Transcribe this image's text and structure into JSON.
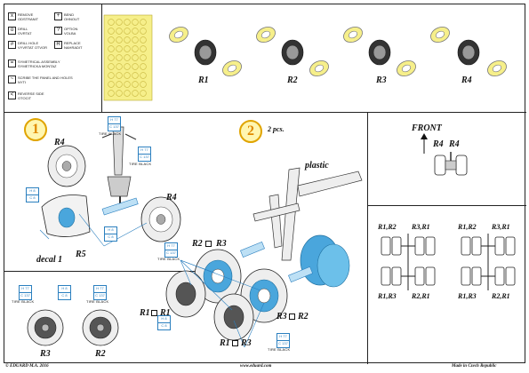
{
  "legend": {
    "items": [
      {
        "icon": "x",
        "line1": "REMOVE",
        "line2": "ODSTRANIT"
      },
      {
        "icon": "+",
        "line1": "BEND",
        "line2": "OHNOUT"
      },
      {
        "icon": "o",
        "line1": "DRILL",
        "line2": "OVRTAT"
      },
      {
        "icon": "?",
        "line1": "OPTION",
        "line2": "VOLBA"
      },
      {
        "icon": "#",
        "line1": "DRILL HOLE",
        "line2": "VYVRTAT OTVOR"
      },
      {
        "icon": "R",
        "line1": "REPLACE",
        "line2": "NAHRADIT"
      },
      {
        "icon": "=",
        "line1": "SYMETRICAL ASSEMBLY",
        "line2": "SYMETRICKA MONTAZ"
      },
      {
        "icon": "~",
        "line1": "SCRIBE THE PANEL AND HOLES",
        "line2": "NYTI"
      },
      {
        "icon": "<",
        "line1": "REVERSE SIDE",
        "line2": "OTOCIT"
      }
    ]
  },
  "wheels_top": [
    "R1",
    "R2",
    "R3",
    "R4"
  ],
  "steps": {
    "step1": {
      "number": "1"
    },
    "step2": {
      "number": "2",
      "note": "2 pcs."
    }
  },
  "labels": {
    "r4_left": "R4",
    "r4_mid": "R4",
    "r5": "R5",
    "decal": "decal 1",
    "plastic": "plastic",
    "r2r3": "R2",
    "r2r3b": "R3",
    "r1_left": "R1",
    "r1_left_b": "R1",
    "r1_bottom": "R1",
    "r1_bottom_b": "R3",
    "r3r2": "R3",
    "r3r2b": "R2",
    "bottom_left_r3": "R3",
    "bottom_left_r2": "R2",
    "front": "FRONT",
    "front_r4a": "R4",
    "front_r4b": "R4",
    "grid_tl_a": "R1,R2",
    "grid_tl_b": "R3,R1",
    "grid_tr_a": "R1,R2",
    "grid_tr_b": "R3,R1",
    "grid_bl_a": "R1,R3",
    "grid_bl_b": "R2,R1",
    "grid_br_a": "R1,R3",
    "grid_br_b": "R2,R1"
  },
  "callouts": {
    "tire_black": "TIRE BLACK",
    "c1_top": "H 77",
    "c1_bot": "C 137",
    "c2_top": "H 8",
    "c2_bot": "C 8",
    "c3_top": "H 8",
    "c3_bot": "C 8"
  },
  "footer": {
    "left": "© EDUARD M.A. 2016",
    "center": "www.eduard.com",
    "right": "Made in Czech Republic"
  },
  "colors": {
    "yellow": "#f6ef8a",
    "blue": "#4aa6dc",
    "accent_orange": "#e08a00"
  }
}
